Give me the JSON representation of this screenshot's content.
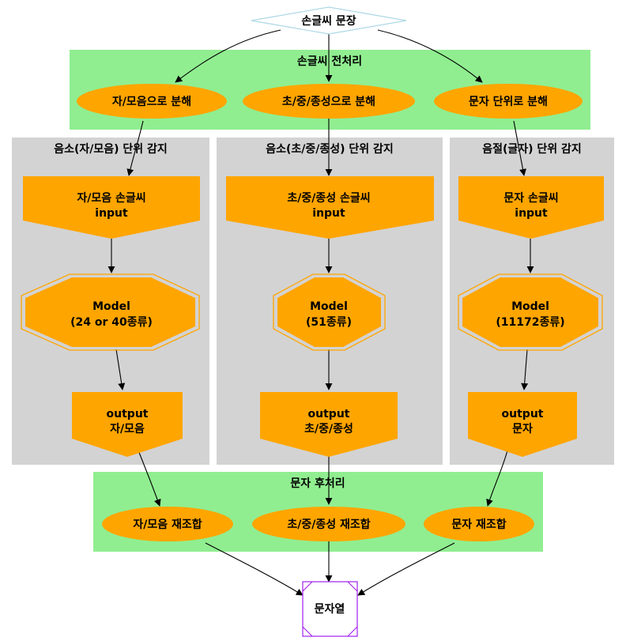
{
  "colors": {
    "node_fill": "#ffa500",
    "node_stroke": "#ffa500",
    "octagon_outer_stroke": "#ffa500",
    "preprocess_bg": "#90ee90",
    "postprocess_bg": "#90ee90",
    "cluster_bg": "#d3d3d3",
    "root_stroke": "#add8e6",
    "output_stroke": "#a020f0"
  },
  "root": {
    "label": "손글씨 문장"
  },
  "preprocess": {
    "title": "손글씨 전처리",
    "nodes": [
      "자/모음으로 분해",
      "초/중/종성으로 분해",
      "문자 단위로 분해"
    ]
  },
  "clusters": [
    {
      "title": "음소(자/모음) 단위 감지",
      "input_lines": [
        "자/모음 손글씨",
        "input"
      ],
      "model_lines": [
        "Model",
        "(24 or 40종류)"
      ],
      "output_lines": [
        "output",
        "자/모음"
      ]
    },
    {
      "title": "음소(초/중/종성) 단위 감지",
      "input_lines": [
        "초/중/종성 손글씨",
        "input"
      ],
      "model_lines": [
        "Model",
        "(51종류)"
      ],
      "output_lines": [
        "output",
        "초/중/종성"
      ]
    },
    {
      "title": "음절(글자) 단위 감지",
      "input_lines": [
        "문자 손글씨",
        "input"
      ],
      "model_lines": [
        "Model",
        "(11172종류)"
      ],
      "output_lines": [
        "output",
        "문자"
      ]
    }
  ],
  "postprocess": {
    "title": "문자 후처리",
    "nodes": [
      "자/모음 재조합",
      "초/중/종성 재조합",
      "문자 재조합"
    ]
  },
  "final": {
    "label": "문자열"
  }
}
